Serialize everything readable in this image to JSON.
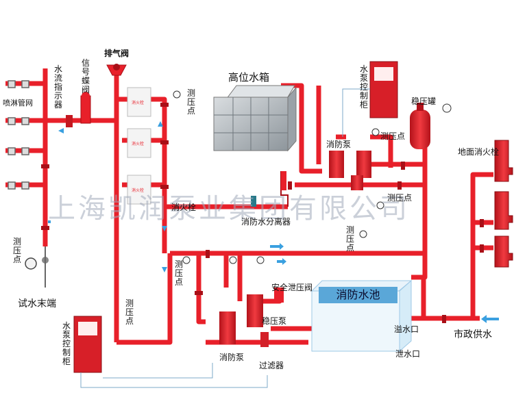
{
  "labels": {
    "high_tank": "高位水箱",
    "exhaust_valve": "排气阀",
    "signal_butterfly_valve": "信号蝶阀",
    "water_flow_indicator": "水流指示器",
    "sprinkler_network": "喷淋管网",
    "pressure_point": "测压点",
    "fire_hydrant": "消火栓",
    "fire_separator": "消防水分离器",
    "test_water_end": "试水末端",
    "pump_control_cabinet": "水泵控制柜",
    "pressure_tank": "稳压罐",
    "fire_pump": "消防泵",
    "stabilizer_pump": "稳压泵",
    "safety_relief_valve": "安全泄压阀",
    "fire_pool": "消防水池",
    "overflow": "溢水口",
    "drain": "泄水口",
    "municipal_supply": "市政供水",
    "ground_hydrant": "地面消火栓",
    "filter": "过滤器",
    "watermark": "上海凯润泵业集团有限公司"
  },
  "colors": {
    "pipe": "#e8202a",
    "pipe_dark": "#a90f17",
    "flow_arrow": "#3aa0e0",
    "tank_water": "#5aa7d8",
    "steel": "#aab2b8"
  }
}
